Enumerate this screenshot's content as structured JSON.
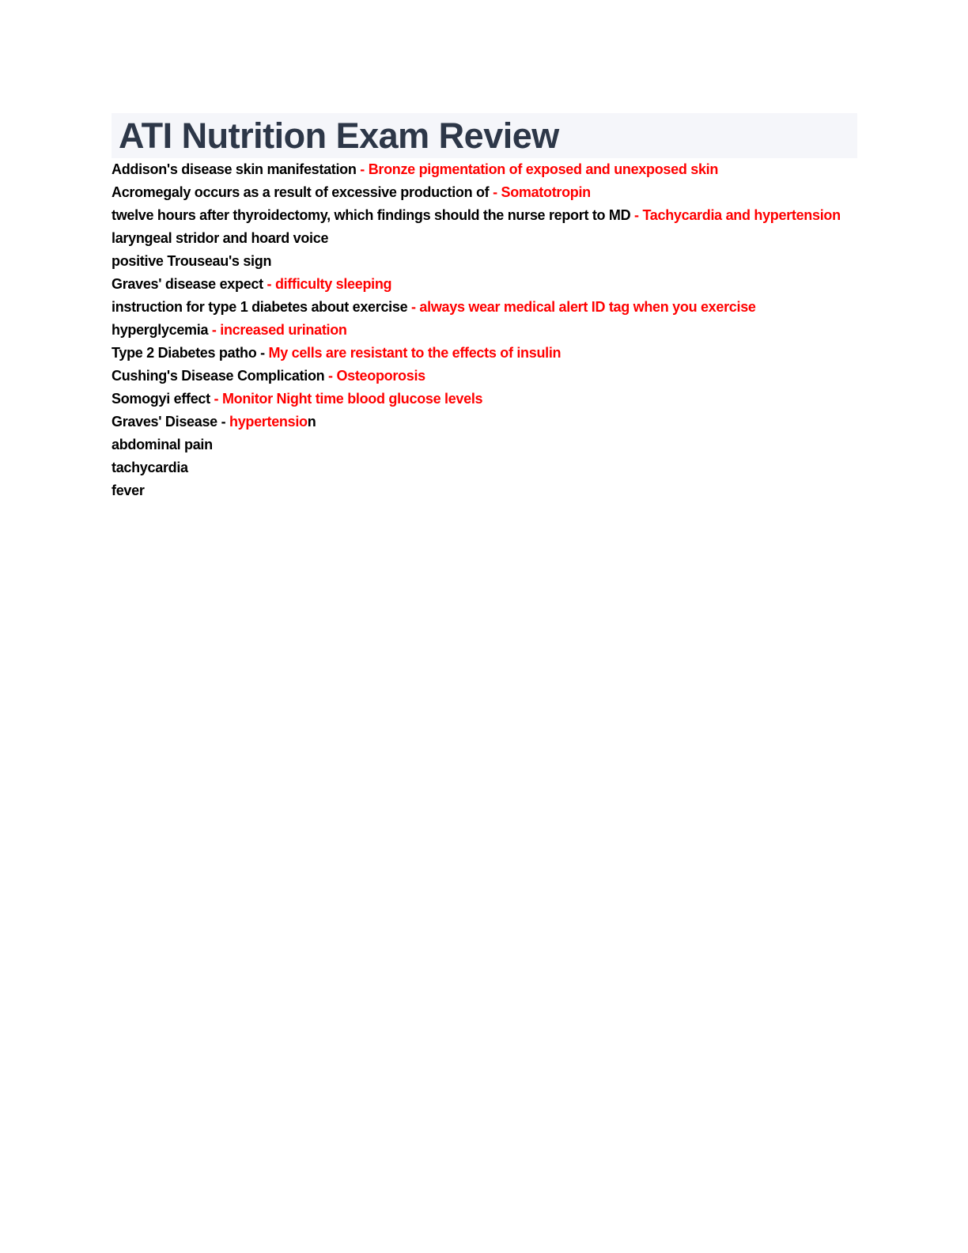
{
  "page": {
    "title": "ATI Nutrition Exam Review"
  },
  "colors": {
    "title_text": "#2d3748",
    "title_bg": "#f5f6fa",
    "question_black": "#000000",
    "answer_red": "#ff0000"
  },
  "qa_items": [
    {
      "question": "Addison's disease skin manifestation",
      "dash": "-",
      "dash_color": "#ff0000",
      "answer": "Bronze pigmentation of exposed and unexposed skin"
    },
    {
      "question": "Acromegaly occurs as a result of excessive production of",
      "dash": "-",
      "dash_color": "#ff0000",
      "answer": "Somatotropin"
    },
    {
      "question": "twelve hours after thyroidectomy, which findings should the nurse report to MD",
      "dash": "-",
      "dash_color": "#ff0000",
      "answer": "Tachycardia and hypertension",
      "extra_answers": [
        "laryngeal stridor and hoard voice",
        "positive Trouseau's sign"
      ]
    },
    {
      "question": "Graves' disease expect",
      "dash": "-",
      "dash_color": "#ff0000",
      "answer": "difficulty sleeping"
    },
    {
      "question": "instruction for type 1 diabetes about exercise",
      "dash": "-",
      "dash_color": "#ff0000",
      "answer": "always wear medical alert ID tag when you exercise"
    },
    {
      "question": "hyperglycemia",
      "dash": "-",
      "dash_color": "#ff0000",
      "answer": "increased urination"
    },
    {
      "question": "Type 2 Diabetes patho",
      "dash": "-",
      "dash_color": "#000000",
      "answer": "My cells are resistant to the effects of insulin"
    },
    {
      "question": "Cushing's Disease Complication",
      "dash": "-",
      "dash_color": "#ff0000",
      "answer": "Osteoporosis"
    },
    {
      "question": "Somogyi effect",
      "dash": "-",
      "dash_color": "#ff0000",
      "answer": "Monitor Night time blood glucose levels"
    },
    {
      "question": "Graves' Disease",
      "dash": "-",
      "dash_color": "#000000",
      "answer": "hypertensio",
      "answer_tail": "n",
      "extra_answers": [
        "abdominal pain",
        "tachycardia",
        "fever"
      ]
    }
  ]
}
